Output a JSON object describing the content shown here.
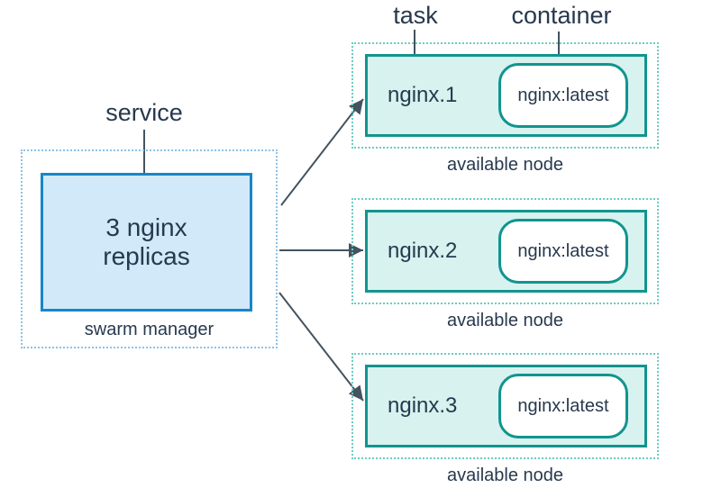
{
  "diagram": {
    "labels": {
      "service": "service",
      "task": "task",
      "container": "container"
    },
    "service_box": {
      "text": "3 nginx replicas",
      "caption": "swarm manager"
    },
    "nodes": [
      {
        "task": "nginx.1",
        "image": "nginx:latest",
        "caption": "available node"
      },
      {
        "task": "nginx.2",
        "image": "nginx:latest",
        "caption": "available node"
      },
      {
        "task": "nginx.3",
        "image": "nginx:latest",
        "caption": "available node"
      }
    ],
    "colors": {
      "text": "#27394e",
      "service_border": "#1886c9",
      "service_fill": "#d1e9f8",
      "swarm_dotted": "#8ec2e6",
      "node_dotted": "#6cccc1",
      "node_border": "#12948e",
      "node_fill": "#d7f2ef",
      "container_fill": "#ffffff",
      "arrow": "#44535f",
      "background": "#ffffff"
    }
  }
}
